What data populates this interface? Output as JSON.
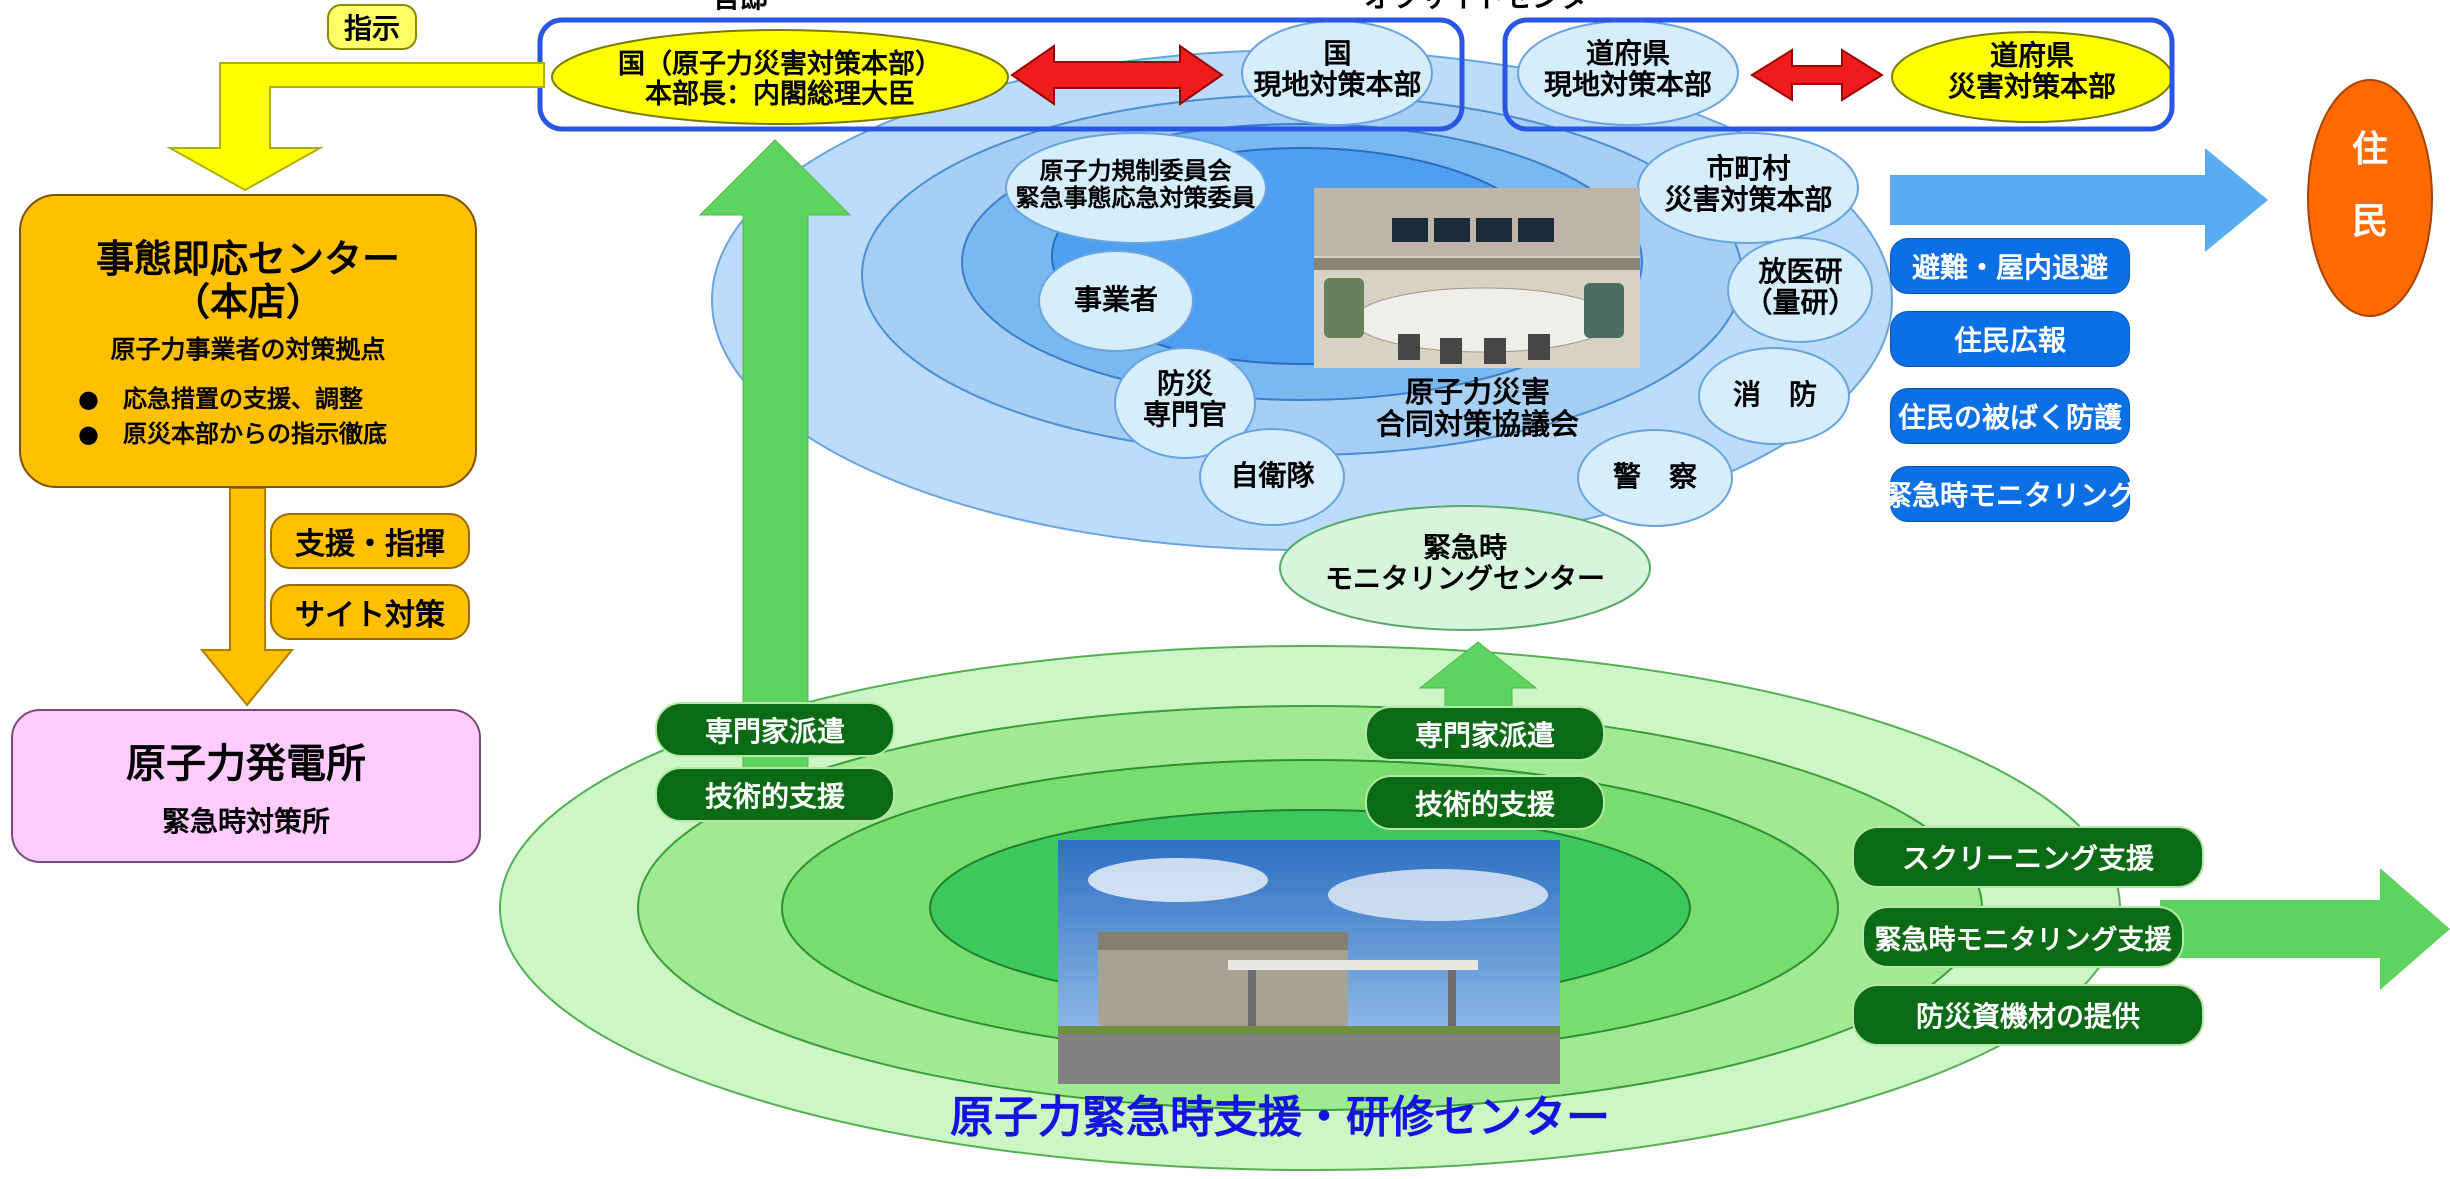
{
  "top_labels": {
    "left_cut": "官邸",
    "right_cut": "オフサイトセンター"
  },
  "directive": "指示",
  "national_hq": "国（原子力災害対策本部）\n本部長：内閣総理大臣",
  "national_local_hq": "国\n現地対策本部",
  "pref_local_hq": "道府県\n現地対策本部",
  "pref_hq": "道府県\n災害対策本部",
  "regulation_committee": "原子力規制委員会\n緊急事態応急対策委員",
  "municipal_hq": "市町村\n災害対策本部",
  "operator": "事業者",
  "disaster_officer": "防災\n専門官",
  "qst": "放医研\n（量研）",
  "sdf": "自衛隊",
  "fire": "消　防",
  "police": "警　察",
  "monitoring_center": "緊急時\nモニタリングセンター",
  "joint_council": "原子力災害\n合同対策協議会",
  "residents": "住\n\n民",
  "resident_actions": [
    "避難・屋内退避",
    "住民広報",
    "住民の被ばく防護",
    "緊急時モニタリング"
  ],
  "response_center": {
    "title": "事態即応センター\n（本店）",
    "subtitle": "原子力事業者の対策拠点",
    "bullets": [
      "応急措置の支援、調整",
      "原災本部からの指示徹底"
    ]
  },
  "support_labels": [
    "支援・指揮",
    "サイト対策"
  ],
  "power_plant": {
    "title": "原子力発電所",
    "subtitle": "緊急時対策所"
  },
  "left_support": [
    "専門家派遣",
    "技術的支援"
  ],
  "center_support": [
    "専門家派遣",
    "技術的支援"
  ],
  "right_support": [
    "スクリーニング支援",
    "緊急時モニタリング支援",
    "防災資機材の提供"
  ],
  "center_name": "原子力緊急時支援・研修センター",
  "colors": {
    "green_arrow": "#5fd35f",
    "blue_arrow": "#5aacf2",
    "residents": "#ff6a00",
    "center_name": "#1414e0"
  }
}
